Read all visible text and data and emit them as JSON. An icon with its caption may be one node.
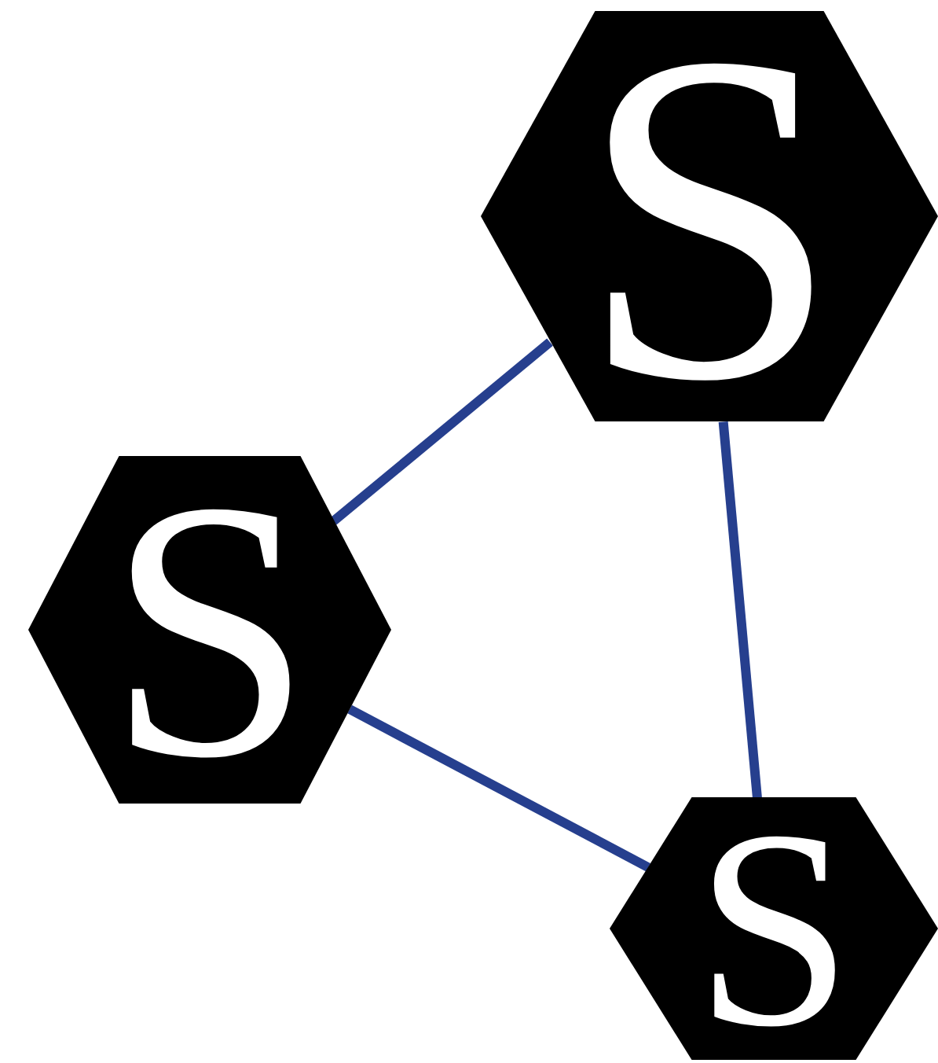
{
  "diagram": {
    "nodes": [
      {
        "text": [
          "S"
        ]
      },
      {
        "text": [
          "S"
        ]
      },
      {
        "text": [
          "S"
        ]
      }
    ],
    "edges": [
      {
        "from": 0,
        "to": 1,
        "arrow": "none"
      },
      {
        "from": 0,
        "to": 2,
        "arrow": "none"
      },
      {
        "from": 1,
        "to": 2,
        "arrow": "none"
      }
    ]
  }
}
